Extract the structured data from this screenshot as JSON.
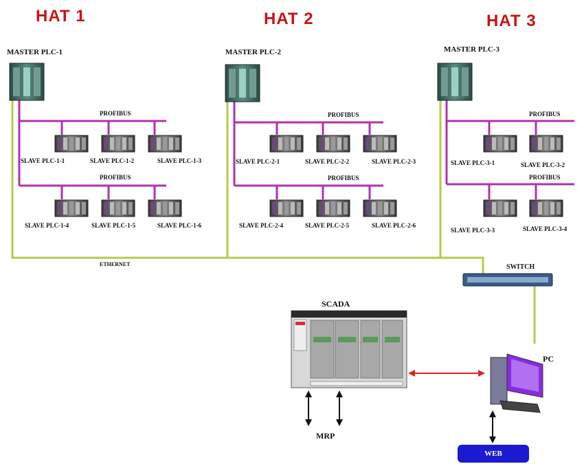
{
  "hats": [
    "HAT 1",
    "HAT 2",
    "HAT 3"
  ],
  "masters": [
    "MASTER PLC-1",
    "MASTER PLC-2",
    "MASTER PLC-3"
  ],
  "bus_label": "PROFIBUS",
  "slaves": {
    "hat1": [
      "SLAVE PLC-1-1",
      "SLAVE PLC-1-2",
      "SLAVE PLC-1-3",
      "SLAVE PLC-1-4",
      "SLAVE PLC-1-5",
      "SLAVE PLC-1-6"
    ],
    "hat2": [
      "SLAVE PLC-2-1",
      "SLAVE PLC-2-2",
      "SLAVE PLC-2-3",
      "SLAVE PLC-2-4",
      "SLAVE PLC-2-5",
      "SLAVE PLC-2-6"
    ],
    "hat3": [
      "SLAVE PLC-3-1",
      "SLAVE PLC-3-2",
      "SLAVE PLC-3-3",
      "SLAVE PLC-3-4"
    ]
  },
  "ethernet_label": "ETHERNET",
  "switch_label": "SWITCH",
  "scada_label": "SCADA",
  "pc_label": "PC",
  "mrp_label": "MRP",
  "web_label": "WEB",
  "colors": {
    "hat": "#cc1111",
    "profibus": "#b030b0",
    "ethernet": "#b8c84a",
    "link": "#dd2222",
    "web": "#1a1ad0"
  }
}
